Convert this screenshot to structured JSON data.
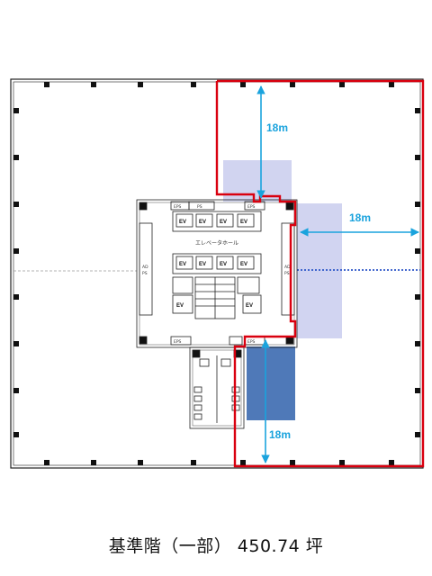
{
  "plan": {
    "caption_title": "基準階（一部）",
    "caption_area": "450.74 坪",
    "dimension_top": "18m",
    "dimension_right": "18m",
    "dimension_bottom": "18m",
    "elevator_hall": "エレベータホール",
    "ev_label": "EV",
    "eps_label": "EPS",
    "ps_label": "PS",
    "ad_label_1": "AD",
    "ad_label_2": "PS",
    "colors": {
      "tenant_outline": "#d9000f",
      "dimension": "#1aa3dd",
      "highlight_light": "#c9cdee",
      "highlight_dark": "#4f79b8",
      "wall": "#222222"
    }
  }
}
